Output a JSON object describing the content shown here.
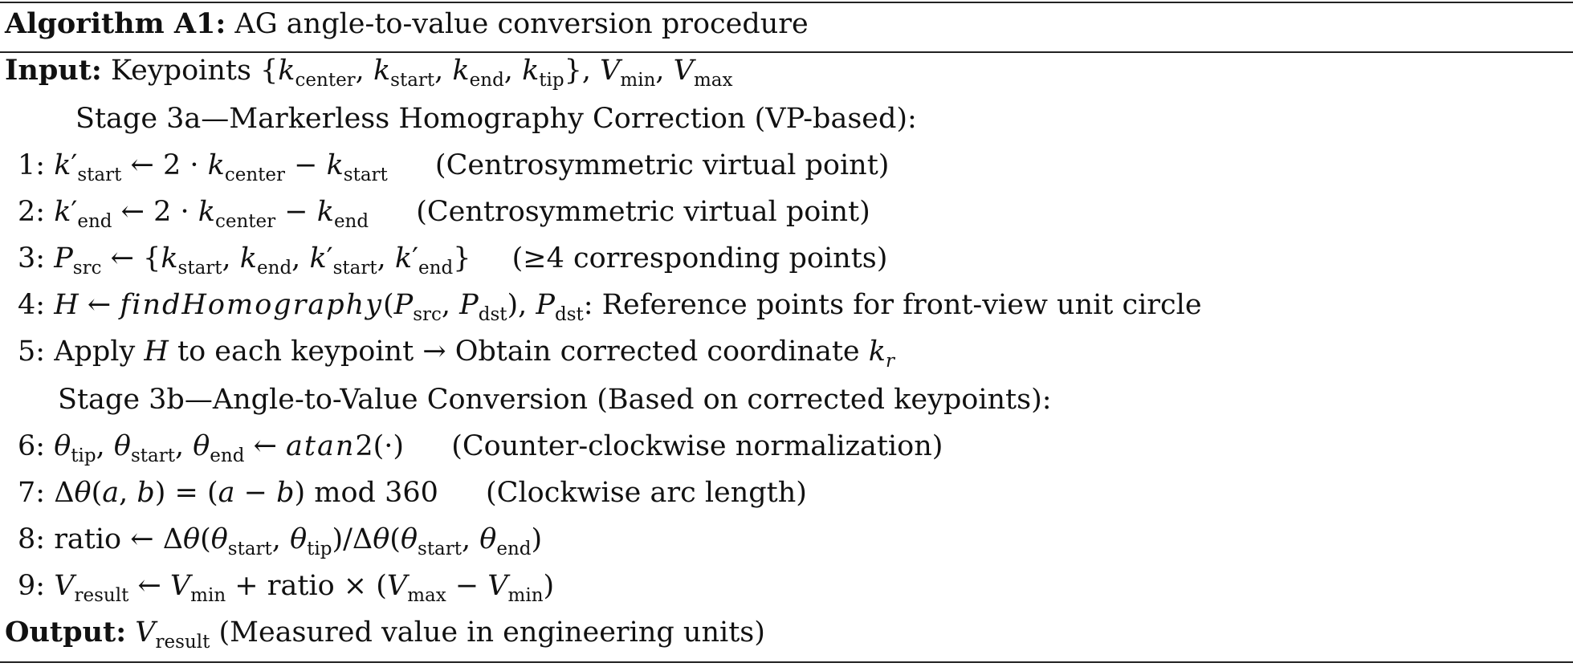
{
  "header": {
    "label": "Algorithm A1:",
    "title": "AG angle-to-value conversion procedure"
  },
  "input": {
    "label": "Input:",
    "text": "Keypoints {k_center, k_start, k_end, k_tip}, V_min, V_max"
  },
  "stage_a": "Stage 3a—Markerless Homography Correction (VP-based):",
  "stage_b": "Stage 3b—Angle-to-Value Conversion (Based on corrected keypoints):",
  "steps": [
    {
      "num": "1:",
      "expr": "k′_start ← 2 · k_center − k_start",
      "comment": "(Centrosymmetric virtual point)"
    },
    {
      "num": "2:",
      "expr": "k′_end ← 2 · k_center − k_end",
      "comment": "(Centrosymmetric virtual point)"
    },
    {
      "num": "3:",
      "expr": "P_src ← {k_start, k_end, k′_start, k′_end}",
      "comment": "(≥4 corresponding points)"
    },
    {
      "num": "4:",
      "expr": "H ← findHomography(P_src, P_dst), P_dst: Reference points for front-view unit circle",
      "comment": ""
    },
    {
      "num": "5:",
      "expr": "Apply H to each keypoint → Obtain corrected coordinate k_r",
      "comment": ""
    },
    {
      "num": "6:",
      "expr": "θ_tip, θ_start, θ_end ← atan2(·)",
      "comment": "(Counter-clockwise normalization)"
    },
    {
      "num": "7:",
      "expr": "Δθ(a, b) = (a − b) mod 360",
      "comment": "(Clockwise arc length)"
    },
    {
      "num": "8:",
      "expr": "ratio ← Δθ(θ_start, θ_tip)/Δθ(θ_start, θ_end)",
      "comment": ""
    },
    {
      "num": "9:",
      "expr": "V_result ← V_min + ratio × (V_max − V_min)",
      "comment": ""
    }
  ],
  "output": {
    "label": "Output:",
    "text": "V_result (Measured value in engineering units)"
  }
}
